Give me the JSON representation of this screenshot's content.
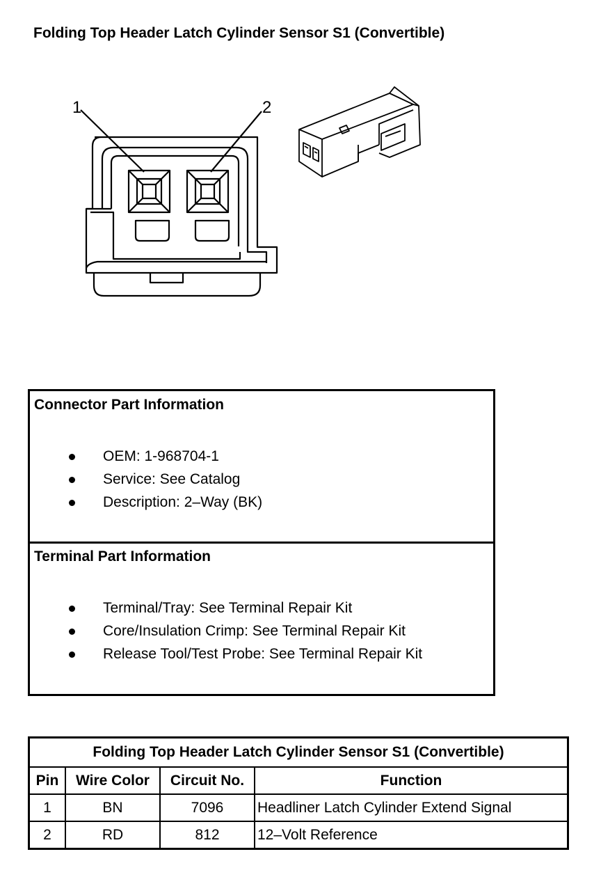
{
  "page": {
    "title": "Folding Top Header Latch Cylinder Sensor S1 (Convertible)"
  },
  "diagram": {
    "callouts": [
      "1",
      "2"
    ]
  },
  "connector_info": {
    "heading": "Connector Part Information",
    "items": [
      "OEM: 1-968704-1",
      "Service: See Catalog",
      "Description: 2–Way (BK)"
    ]
  },
  "terminal_info": {
    "heading": "Terminal Part Information",
    "items": [
      "Terminal/Tray: See Terminal Repair Kit",
      "Core/Insulation Crimp: See Terminal Repair Kit",
      "Release Tool/Test Probe: See Terminal Repair Kit"
    ]
  },
  "pin_table": {
    "title": "Folding Top Header Latch Cylinder Sensor S1 (Convertible)",
    "headers": [
      "Pin",
      "Wire Color",
      "Circuit No.",
      "Function"
    ],
    "rows": [
      [
        "1",
        "BN",
        "7096",
        "Headliner Latch Cylinder Extend Signal"
      ],
      [
        "2",
        "RD",
        "812",
        "12–Volt Reference"
      ]
    ]
  }
}
